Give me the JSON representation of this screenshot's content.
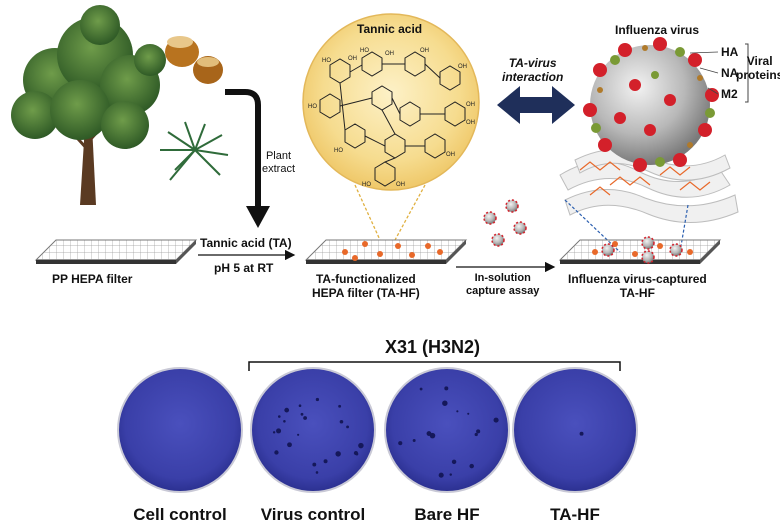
{
  "labels": {
    "plant_extract": [
      "Plant",
      "extract"
    ],
    "tannic_acid_title": "Tannic acid",
    "ta_virus_interaction": [
      "TA-virus",
      "interaction"
    ],
    "influenza_virus": "Influenza virus",
    "viral_proteins": {
      "ha": "HA",
      "na": "NA",
      "m2": "M2",
      "group": [
        "Viral",
        "proteins"
      ]
    },
    "step1_top": "Tannic acid (TA)",
    "step1_bottom": "pH 5 at RT",
    "step2": [
      "In-solution",
      "capture assay"
    ],
    "pp_filter": "PP HEPA filter",
    "ta_filter": [
      "TA-functionalized",
      "HEPA filter (TA-HF)"
    ],
    "captured_filter": [
      "Influenza virus-captured",
      "TA-HF"
    ],
    "strain": "X31 (H3N2)"
  },
  "plates": [
    {
      "label": "Cell control",
      "plaques": 0
    },
    {
      "label": "Virus control",
      "plaques": 22
    },
    {
      "label": "Bare HF",
      "plaques": 16
    },
    {
      "label": "TA-HF",
      "plaques": 1
    }
  ],
  "colors": {
    "plate": "#3f44b0",
    "plate_dark": "#2a2f8a",
    "arrow_main": "#1f2f5a",
    "filter_red": "#e8692a",
    "virus_red": "#d3202a",
    "virus_green": "#7a9a35",
    "yellow_bg": "#f6dc8f"
  }
}
